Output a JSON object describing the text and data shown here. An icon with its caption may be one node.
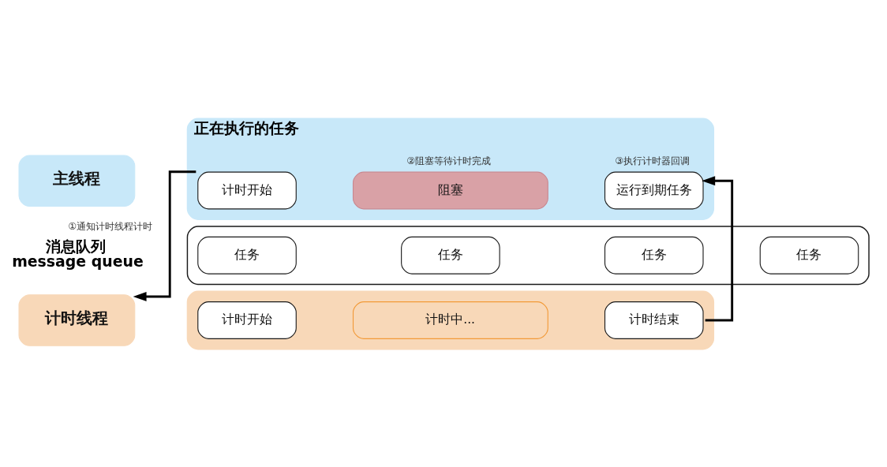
{
  "diagram": {
    "nodes": [
      {
        "text": [
          "主线程"
        ]
      },
      {
        "text": [
          "正在执行的任务"
        ]
      },
      {
        "text": [
          "计时开始"
        ],
        "in": 1
      },
      {
        "text": [
          "阻塞"
        ],
        "in": 1,
        "beside": [
          "②阻塞等待计时完成"
        ]
      },
      {
        "text": [
          "运行到期任务"
        ],
        "in": 1,
        "beside": [
          "③执行计时器回调"
        ]
      },
      {
        "text": [],
        "shape": "box"
      },
      {
        "text": [
          "任务"
        ],
        "in": 5
      },
      {
        "text": [
          "任务"
        ],
        "in": 5
      },
      {
        "text": [
          "任务"
        ],
        "in": 5
      },
      {
        "text": [
          "任务"
        ],
        "in": 5
      },
      {
        "text": [
          "计时线程"
        ]
      },
      {
        "text": [],
        "shape": "box"
      },
      {
        "text": [
          "计时开始"
        ],
        "in": 11
      },
      {
        "text": [
          "计时中..."
        ],
        "in": 11
      },
      {
        "text": [
          "计时结束"
        ],
        "in": 11
      }
    ],
    "edges": [
      {
        "from": 2,
        "to": 10,
        "arrow": "to",
        "label": "①通知计时线程计时"
      },
      {
        "from": 14,
        "to": 4,
        "arrow": "to"
      }
    ],
    "labels": [
      "消息队列 message queue"
    ]
  }
}
